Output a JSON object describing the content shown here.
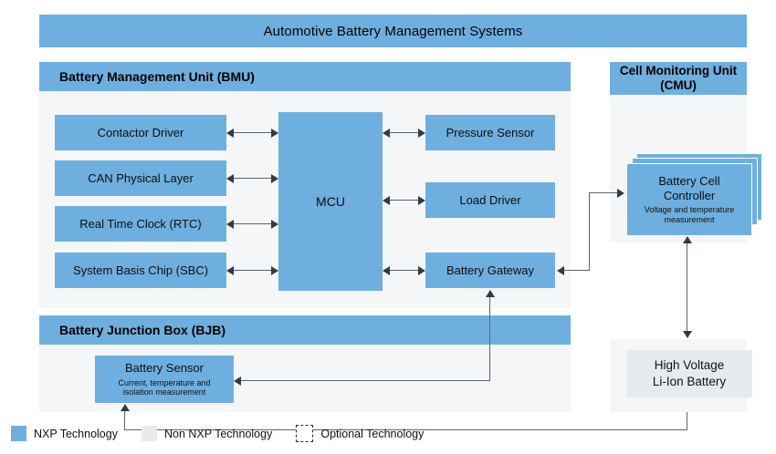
{
  "diagram": {
    "title": "Automotive Battery Management Systems"
  },
  "bmu": {
    "title": "Battery Management Unit (BMU)",
    "left_blocks": [
      {
        "label": "Contactor Driver"
      },
      {
        "label": "CAN Physical Layer"
      },
      {
        "label": "Real Time Clock (RTC)"
      },
      {
        "label": "System Basis Chip (SBC)"
      }
    ],
    "core": {
      "label": "MCU"
    },
    "right_blocks": [
      {
        "label": "Pressure Sensor"
      },
      {
        "label": "Load Driver"
      },
      {
        "label": "Battery Gateway"
      }
    ]
  },
  "bjb": {
    "title": "Battery Junction Box (BJB)",
    "sensor": {
      "label": "Battery Sensor",
      "sub_line1": "Current, temperature and",
      "sub_line2": "isolation measurement"
    }
  },
  "cmu": {
    "title_line1": "Cell Monitoring Unit",
    "title_line2": "(CMU)",
    "controller": {
      "label_line1": "Battery Cell",
      "label_line2": "Controller",
      "sub_line1": "Voltage and temperature",
      "sub_line2": "measurement"
    }
  },
  "battery": {
    "line1": "High Voltage",
    "line2": "Li-Ion Battery"
  },
  "legend": {
    "items": [
      {
        "label": "NXP Technology",
        "swatch": "solid-blue-swatch"
      },
      {
        "label": "Non NXP Technology",
        "swatch": "solid-grey-swatch"
      },
      {
        "label": "Optional Technology",
        "swatch": "dashed-outline-swatch"
      }
    ]
  },
  "colors": {
    "nxp_blue": "#6fafdf",
    "non_nxp_grey": "#e7ebee",
    "panel_bg": "#f4f6f8",
    "connector": "#5a646e"
  }
}
